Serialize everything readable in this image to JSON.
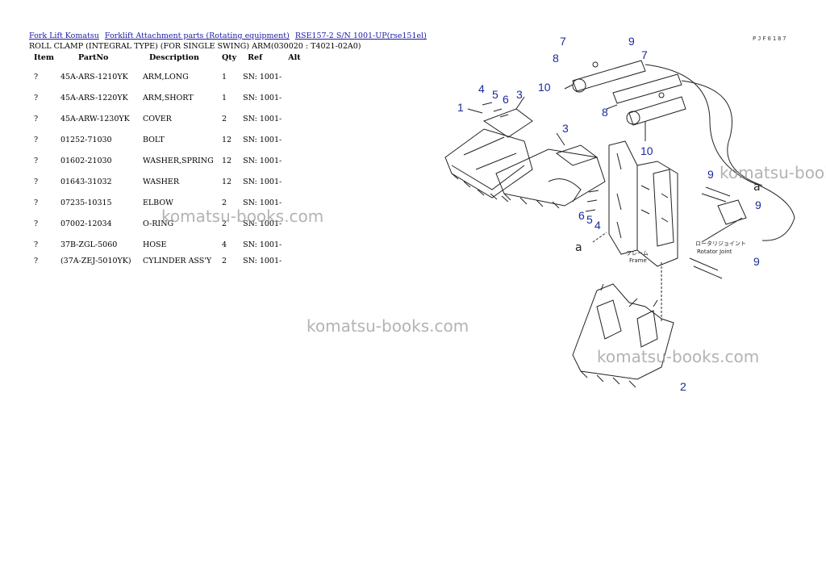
{
  "breadcrumb": {
    "link1": "Fork Lift Komatsu",
    "link2": "Forklift Attachment parts (Rotating equipment)",
    "link3": "RSE157-2 S/N 1001-UP(rse151el)"
  },
  "subtitle": "ROLL CLAMP (INTEGRAL TYPE) (FOR SINGLE SWING) ARM(030020 : T4021-02A0)",
  "table": {
    "headers": {
      "item": "Item",
      "partno": "PartNo",
      "description": "Description",
      "qty": "Qty",
      "ref": "Ref",
      "alt": "Alt"
    },
    "rows": [
      {
        "item": "?",
        "partno": "45A-ARS-1210YK",
        "description": "ARM,LONG",
        "qty": "1",
        "ref": "SN: 1001-"
      },
      {
        "item": "?",
        "partno": "45A-ARS-1220YK",
        "description": "ARM,SHORT",
        "qty": "1",
        "ref": "SN: 1001-"
      },
      {
        "item": "?",
        "partno": "45A-ARW-1230YK",
        "description": "COVER",
        "qty": "2",
        "ref": "SN: 1001-"
      },
      {
        "item": "?",
        "partno": "01252-71030",
        "description": "BOLT",
        "qty": "12",
        "ref": "SN: 1001-"
      },
      {
        "item": "?",
        "partno": "01602-21030",
        "description": "WASHER,SPRING",
        "qty": "12",
        "ref": "SN: 1001-"
      },
      {
        "item": "?",
        "partno": "01643-31032",
        "description": "WASHER",
        "qty": "12",
        "ref": "SN: 1001-"
      },
      {
        "item": "?",
        "partno": "07235-10315",
        "description": "ELBOW",
        "qty": "2",
        "ref": "SN: 1001-"
      },
      {
        "item": "?",
        "partno": "07002-12034",
        "description": "O-RING",
        "qty": "2",
        "ref": "SN: 1001-"
      },
      {
        "item": "?",
        "partno": "37B-ZGL-5060",
        "description": "HOSE",
        "qty": "4",
        "ref": "SN: 1001-"
      },
      {
        "item": "?",
        "partno": "(37A-ZEJ-5010YK)",
        "description": "CYLINDER ASS'Y",
        "qty": "2",
        "ref": "SN: 1001-"
      }
    ]
  },
  "watermark": "komatsu-books.com",
  "diagram": {
    "code": "PJF0187",
    "callouts": [
      "1",
      "2",
      "3",
      "3",
      "4",
      "4",
      "5",
      "5",
      "6",
      "6",
      "7",
      "7",
      "8",
      "8",
      "9",
      "9",
      "9",
      "9",
      "10",
      "10"
    ],
    "letter_a": "a",
    "label_frame_jp": "フレーム",
    "label_frame": "Frame",
    "label_rotator_jp": "ロータリジョイント",
    "label_rotator": "Rotator Joint"
  }
}
